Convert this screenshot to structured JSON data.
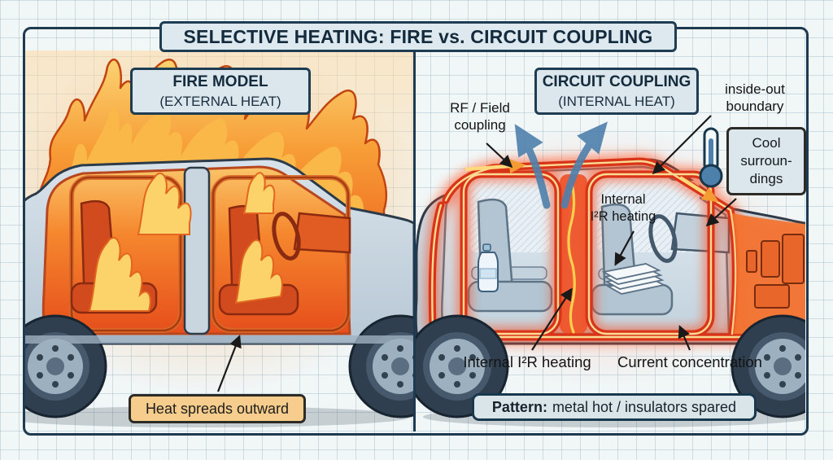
{
  "title": "SELECTIVE HEATING: FIRE vs. CIRCUIT COUPLING",
  "left_panel": {
    "header_title": "FIRE MODEL",
    "header_sub": "(EXTERNAL HEAT)",
    "caption": "Heat spreads outward"
  },
  "right_panel": {
    "header_title": "CIRCUIT COUPLING",
    "header_sub": "(INTERNAL HEAT)",
    "rf_label": "RF / Field\ncoupling",
    "boundary_label": "inside-out\nboundary",
    "cool_label": "Cool\nsurroun-\ndings",
    "internal_upper_label": "Internal\nI²R heating",
    "internal_lower_label": "Internal I²R heating",
    "current_label": "Current concentration",
    "pattern_label": "Pattern:",
    "pattern_text": "metal hot / insulators spared"
  },
  "icons": {
    "thermometer": "thermometer-icon",
    "flames": "flame-icon",
    "coupling_arrows": "rf-coupling-arrows-icon"
  },
  "colors": {
    "frame_navy": "#1d3a50",
    "grid_blue": "#94b2c2",
    "hot_red": "#d93418",
    "flame_orange": "#f0752a",
    "flame_yellow": "#fbe08b",
    "cool_blue_arrow": "#4e80ac",
    "heat_caption_bg": "#f7cd8e",
    "label_box_bg": "#dbe7ec",
    "car_body_gray": "#c9d6e0"
  }
}
